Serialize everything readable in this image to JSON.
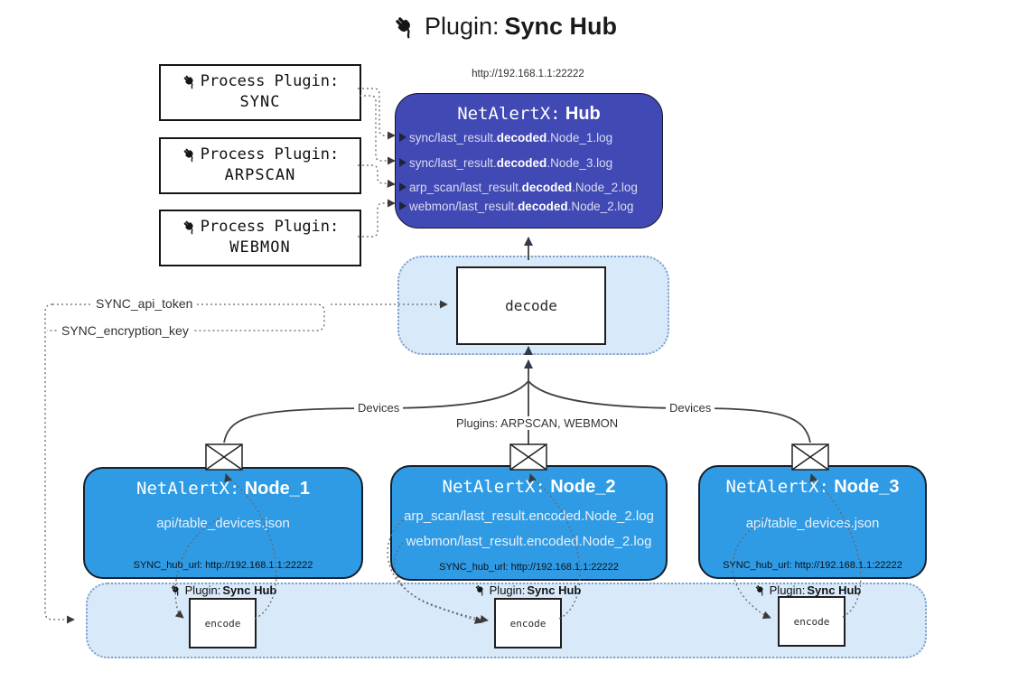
{
  "title": {
    "prefix": "Plugin:",
    "name": "Sync Hub"
  },
  "hub": {
    "url": "http://192.168.1.1:22222",
    "title_prefix": "NetAlertX:",
    "title_name": "Hub",
    "logs": [
      {
        "pre": "sync/last_result.",
        "bold": "decoded",
        "post": ".Node_1.log"
      },
      {
        "pre": "sync/last_result.",
        "bold": "decoded",
        "post": ".Node_3.log"
      },
      {
        "pre": "arp_scan/last_result.",
        "bold": "decoded",
        "post": ".Node_2.log"
      },
      {
        "pre": "webmon/last_result.",
        "bold": "decoded",
        "post": ".Node_2.log"
      }
    ]
  },
  "process_plugins": [
    {
      "label": "Process Plugin:",
      "name": "SYNC"
    },
    {
      "label": "Process Plugin:",
      "name": "ARPSCAN"
    },
    {
      "label": "Process Plugin:",
      "name": "WEBMON"
    }
  ],
  "decode": {
    "label": "decode"
  },
  "settings": {
    "api_token": "SYNC_api_token",
    "encryption_key": "SYNC_encryption_key"
  },
  "edge_labels": {
    "devices_left": "Devices",
    "devices_right": "Devices",
    "plugins": "Plugins: ARPSCAN, WEBMON"
  },
  "nodes": [
    {
      "title_prefix": "NetAlertX:",
      "title_name": "Node_1",
      "files": [
        "api/table_devices.json"
      ],
      "hub_url": "SYNC_hub_url: http://192.168.1.1:22222"
    },
    {
      "title_prefix": "NetAlertX:",
      "title_name": "Node_2",
      "files": [
        "arp_scan/last_result.encoded.Node_2.log",
        "webmon/last_result.encoded.Node_2.log"
      ],
      "hub_url": "SYNC_hub_url: http://192.168.1.1:22222"
    },
    {
      "title_prefix": "NetAlertX:",
      "title_name": "Node_3",
      "files": [
        "api/table_devices.json"
      ],
      "hub_url": "SYNC_hub_url: http://192.168.1.1:22222"
    }
  ],
  "encoders": [
    {
      "label": "Plugin:",
      "name": "Sync Hub",
      "box": "encode"
    },
    {
      "label": "Plugin:",
      "name": "Sync Hub",
      "box": "encode"
    },
    {
      "label": "Plugin:",
      "name": "Sync Hub",
      "box": "encode"
    }
  ],
  "colors": {
    "hub_fill": "#4149B5",
    "node_fill": "#2F9BE5",
    "panel_fill": "#D8E9FA",
    "panel_border": "#7FA0C8",
    "line": "#404040",
    "dotted": "#666666"
  }
}
